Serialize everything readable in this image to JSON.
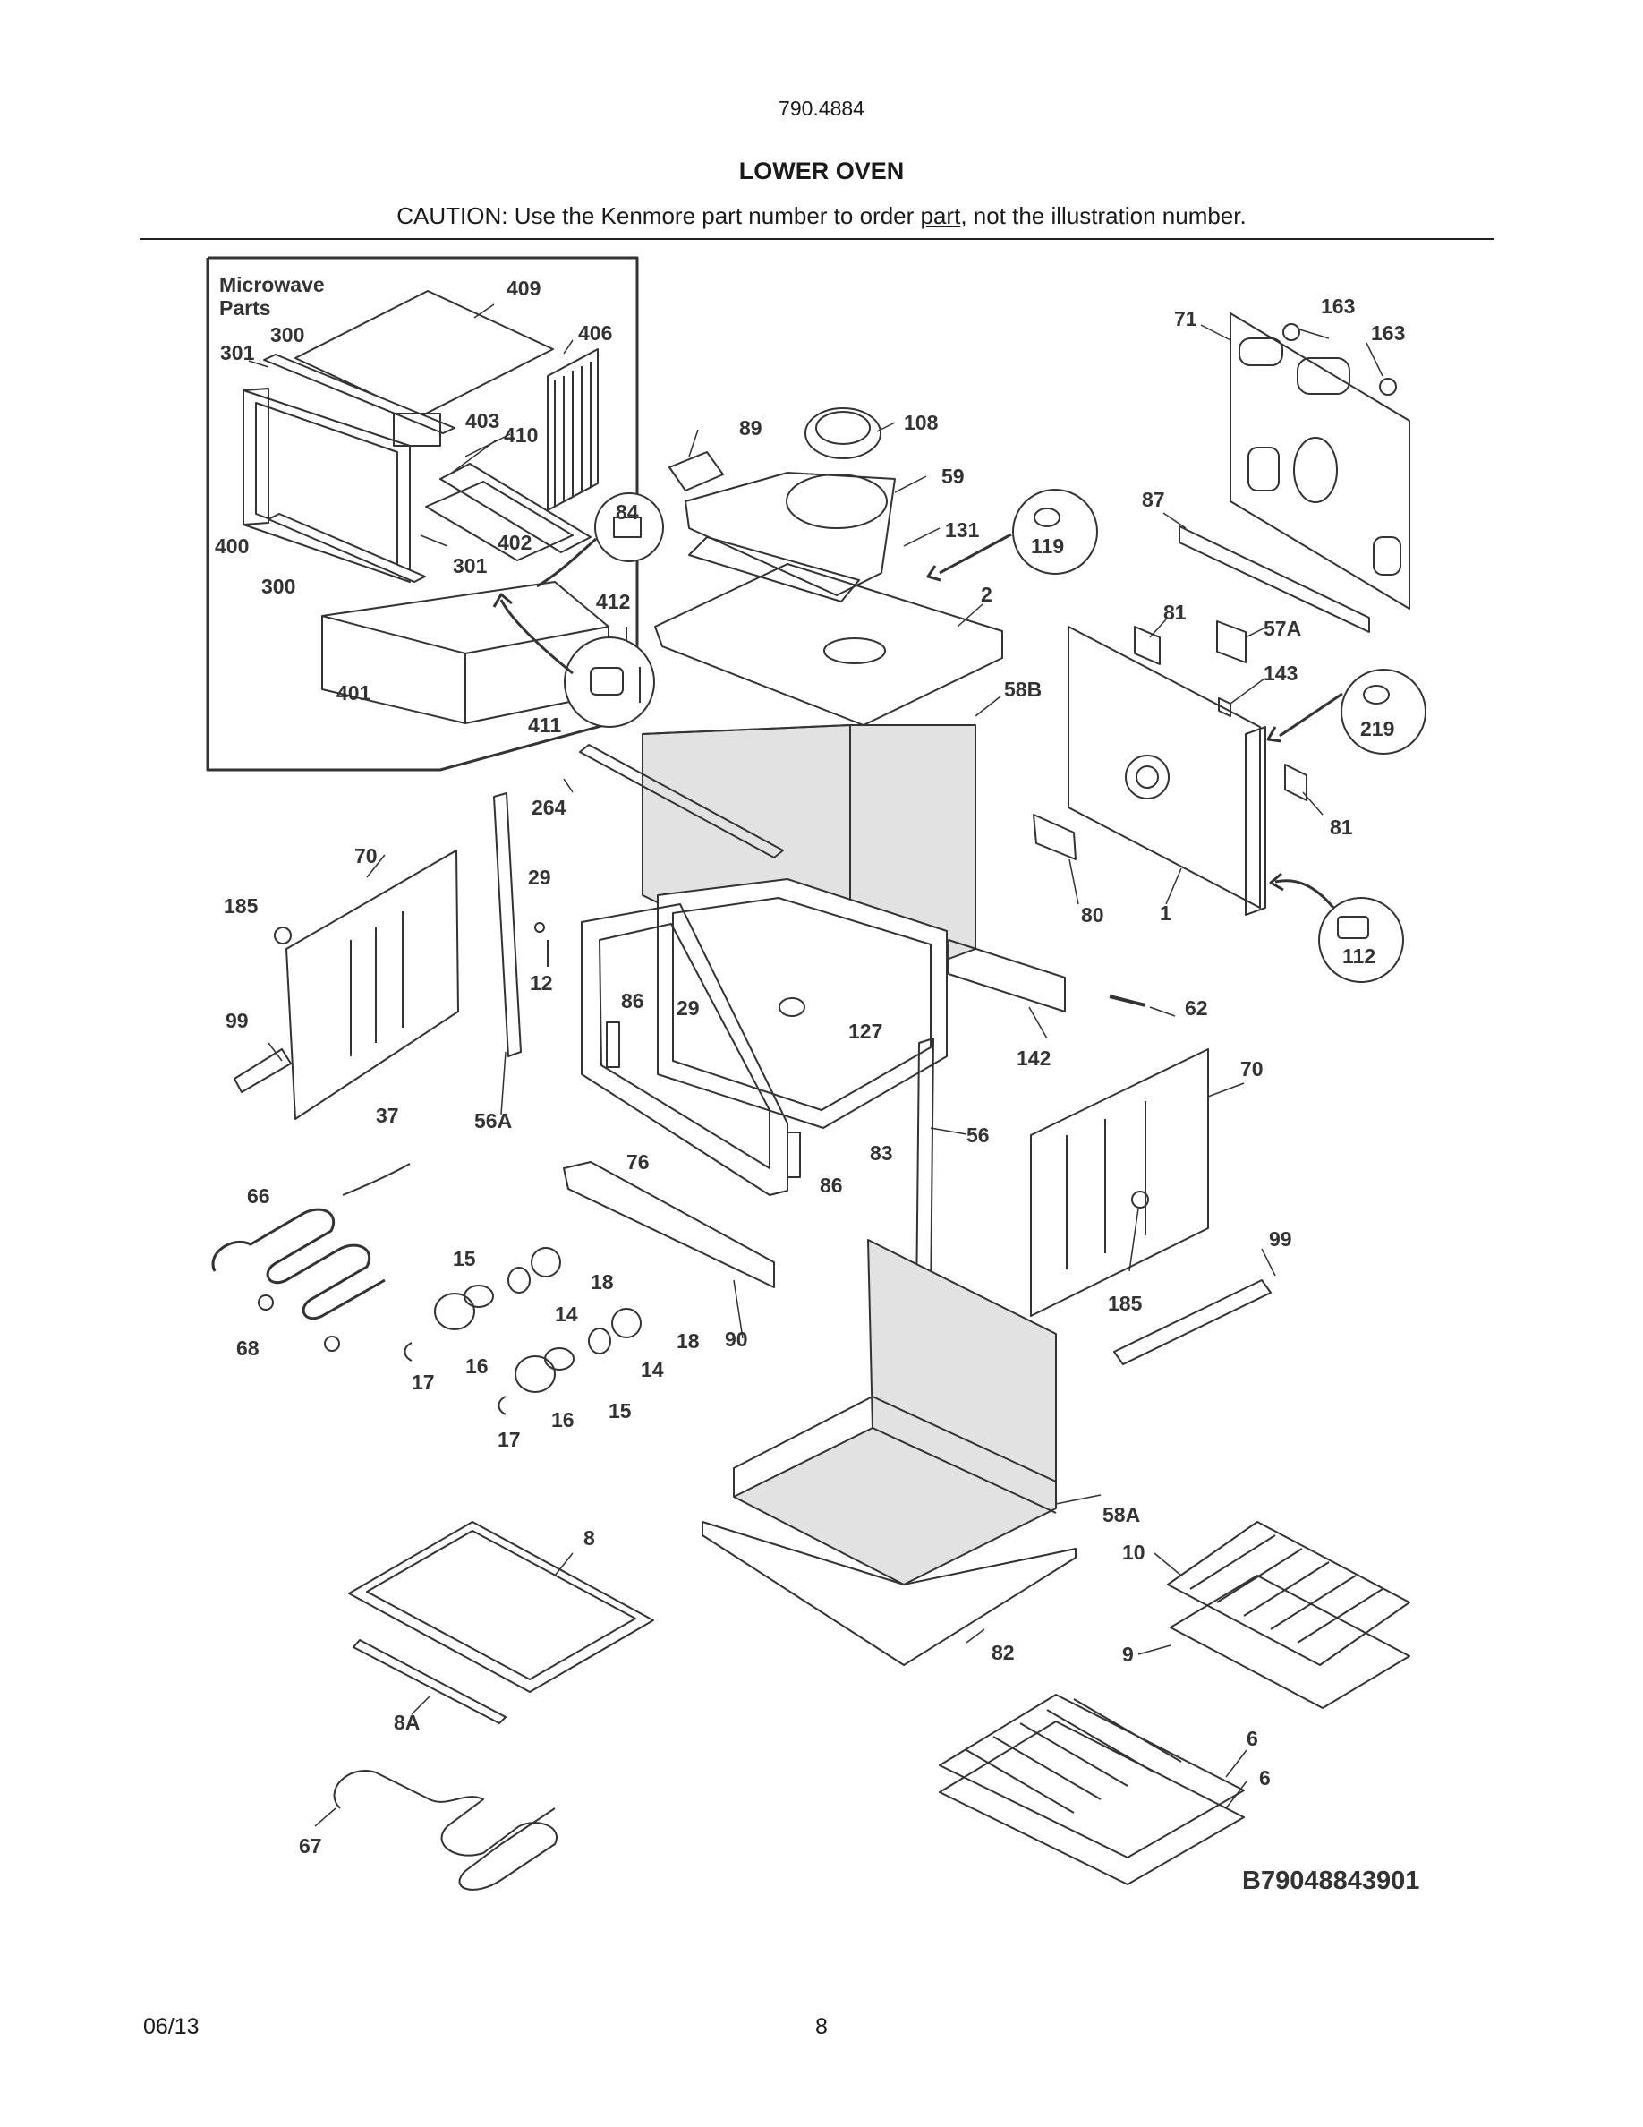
{
  "header": {
    "model": "790.4884",
    "title": "LOWER OVEN",
    "caution_before": "CAUTION: Use the Kenmore part number to order ",
    "caution_underlined": "part",
    "caution_after": ", not the illustration number."
  },
  "inset": {
    "title_line1": "Microwave",
    "title_line2": "Parts"
  },
  "diagram_code": "B79048843901",
  "footer": {
    "date": "06/13",
    "page": "8"
  },
  "labels": [
    "409",
    "406",
    "300",
    "301",
    "403",
    "410",
    "400",
    "402",
    "301",
    "300",
    "401",
    "411",
    "84",
    "412",
    "89",
    "108",
    "59",
    "131",
    "119",
    "2",
    "58B",
    "163",
    "163",
    "71",
    "87",
    "81",
    "57A",
    "143",
    "219",
    "81",
    "80",
    "1",
    "112",
    "264",
    "70",
    "29",
    "185",
    "12",
    "99",
    "86",
    "29",
    "127",
    "62",
    "142",
    "37",
    "56A",
    "76",
    "86",
    "83",
    "56",
    "70",
    "66",
    "15",
    "18",
    "14",
    "18",
    "68",
    "17",
    "16",
    "14",
    "15",
    "17",
    "16",
    "90",
    "99",
    "185",
    "58A",
    "10",
    "9",
    "8",
    "82",
    "8A",
    "6",
    "6",
    "67"
  ],
  "colors": {
    "line": "#333333",
    "shade": "#e2e2e2",
    "text": "#1a1a1a"
  }
}
